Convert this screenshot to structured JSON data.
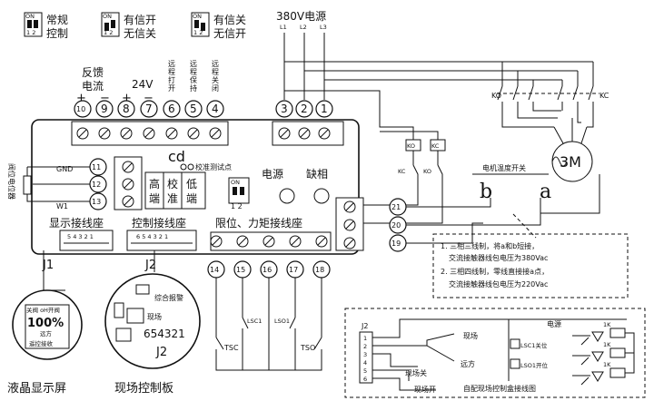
{
  "top_switches": [
    {
      "line1": "常规",
      "line2": "控制",
      "dip_on": "ON",
      "dip_nums": "1 2"
    },
    {
      "line1": "有信开",
      "line2": "无信关",
      "dip_on": "ON",
      "dip_nums": "1 2"
    },
    {
      "line1": "有信关",
      "line2": "无信开",
      "dip_on": "ON",
      "dip_nums": "1 2"
    }
  ],
  "power": {
    "title": "380V电源",
    "phases": [
      "L1",
      "L2",
      "L3"
    ]
  },
  "feedback": {
    "label1": "反馈",
    "label2": "电流",
    "v24": "24V"
  },
  "remote": {
    "open": [
      "远",
      "程",
      "打",
      "开"
    ],
    "hold": [
      "远",
      "程",
      "保",
      "持"
    ],
    "close": [
      "远",
      "程",
      "关",
      "闭"
    ]
  },
  "top_terminals": [
    "10",
    "9",
    "8",
    "7",
    "6",
    "5",
    "4"
  ],
  "top_polarity": [
    "+",
    "−",
    "+",
    "−"
  ],
  "power_terminals": [
    "3",
    "2",
    "1"
  ],
  "left_terminals": [
    "11",
    "12",
    "13"
  ],
  "left_labels": {
    "gnd": "GND",
    "w1": "W1",
    "pot": "阀位电位器"
  },
  "right_terminals": [
    "21",
    "20",
    "19"
  ],
  "bottom_terminals": [
    "14",
    "15",
    "16",
    "17",
    "18"
  ],
  "calib": {
    "cd": "cd",
    "title": "校准测试点",
    "high": [
      "高",
      "端"
    ],
    "mid": [
      "校",
      "准"
    ],
    "low": [
      "低",
      "端"
    ],
    "dip_on": "ON",
    "dip_nums": "1 2"
  },
  "indicators": {
    "power": "电源",
    "phase_loss": "缺相"
  },
  "sockets": {
    "display": "显示接线座",
    "control": "控制接线座",
    "limit": "限位、力矩接线座",
    "j1": "J1",
    "j2": "J2"
  },
  "socket_pins": {
    "display": "5 4 3 2 1",
    "control": "6 5 4 3 2 1"
  },
  "motor": {
    "label": "3M",
    "temp_switch": "电机温度开关",
    "ko": "KO",
    "kc": "KC"
  },
  "ab": {
    "a": "a",
    "b": "b"
  },
  "notes": [
    "1. 三相三线制，将a和b短接，",
    "交流接触器线包电压为380Vac",
    "2. 三相四线制，零线直接接a点，",
    "交流接触器线包电压为220Vac"
  ],
  "limits": {
    "tsc": "TSC",
    "lsc1": "LSC1",
    "lso1": "LSO1",
    "tso": "TSO"
  },
  "lcd": {
    "pct": "100%",
    "top": "关阀 oH开阀",
    "row": "远方",
    "bottom": "遥控接收"
  },
  "board": {
    "alarm": "综合报警",
    "field": "现场",
    "pins": "654321",
    "j2": "J2"
  },
  "bottom_labels": {
    "lcd": "液晶显示屏",
    "board": "现场控制板"
  },
  "local_box": {
    "j2": "J2",
    "pins": [
      "1",
      "2",
      "3",
      "4",
      "5",
      "6"
    ],
    "field": "现场",
    "remote": "远方",
    "field_off": "现场关",
    "field_on": "现场开",
    "power": "电源",
    "lsc1": "LSC1关位",
    "lso1": "LSO1开位",
    "r1": "1K",
    "r2": "1K",
    "r3": "1K",
    "title": "自配现场控制盒接线图"
  }
}
